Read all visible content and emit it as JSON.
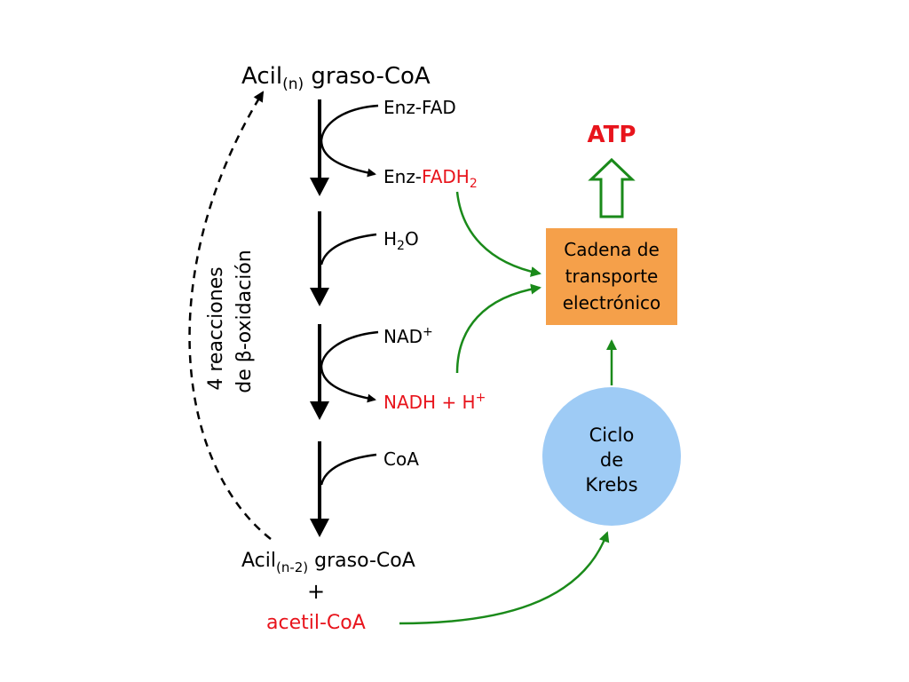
{
  "colors": {
    "black": "#000000",
    "red": "#e8141c",
    "green": "#1a8a1a",
    "orange": "#f5a04a",
    "blue": "#9ecbf5"
  },
  "diagram": {
    "top_substrate": {
      "base": "Acil",
      "sub": "(n)",
      "rest": " graso-CoA"
    },
    "steps": [
      {
        "in": "Enz-FAD",
        "out_prefix": "Enz-",
        "out_main": "FADH",
        "out_sub": "2"
      },
      {
        "in_main": "H",
        "in_sub": "2",
        "in_rest": "O"
      },
      {
        "in_main": "NAD",
        "in_sup": "+",
        "out_main": "NADH + H",
        "out_sup": "+"
      },
      {
        "in": "CoA"
      }
    ],
    "bottom_substrate": {
      "base": "Acil",
      "sub": "(n-2)",
      "rest": " graso-CoA"
    },
    "plus": "+",
    "acetyl": "acetil-CoA",
    "cycle_label": {
      "line1": "4 reacciones",
      "line2": "de β-oxidación"
    },
    "chain_box": {
      "line1": "Cadena de",
      "line2": "transporte",
      "line3": "electrónico"
    },
    "krebs": {
      "line1": "Ciclo",
      "line2": "de",
      "line3": "Krebs"
    },
    "atp": "ATP"
  }
}
